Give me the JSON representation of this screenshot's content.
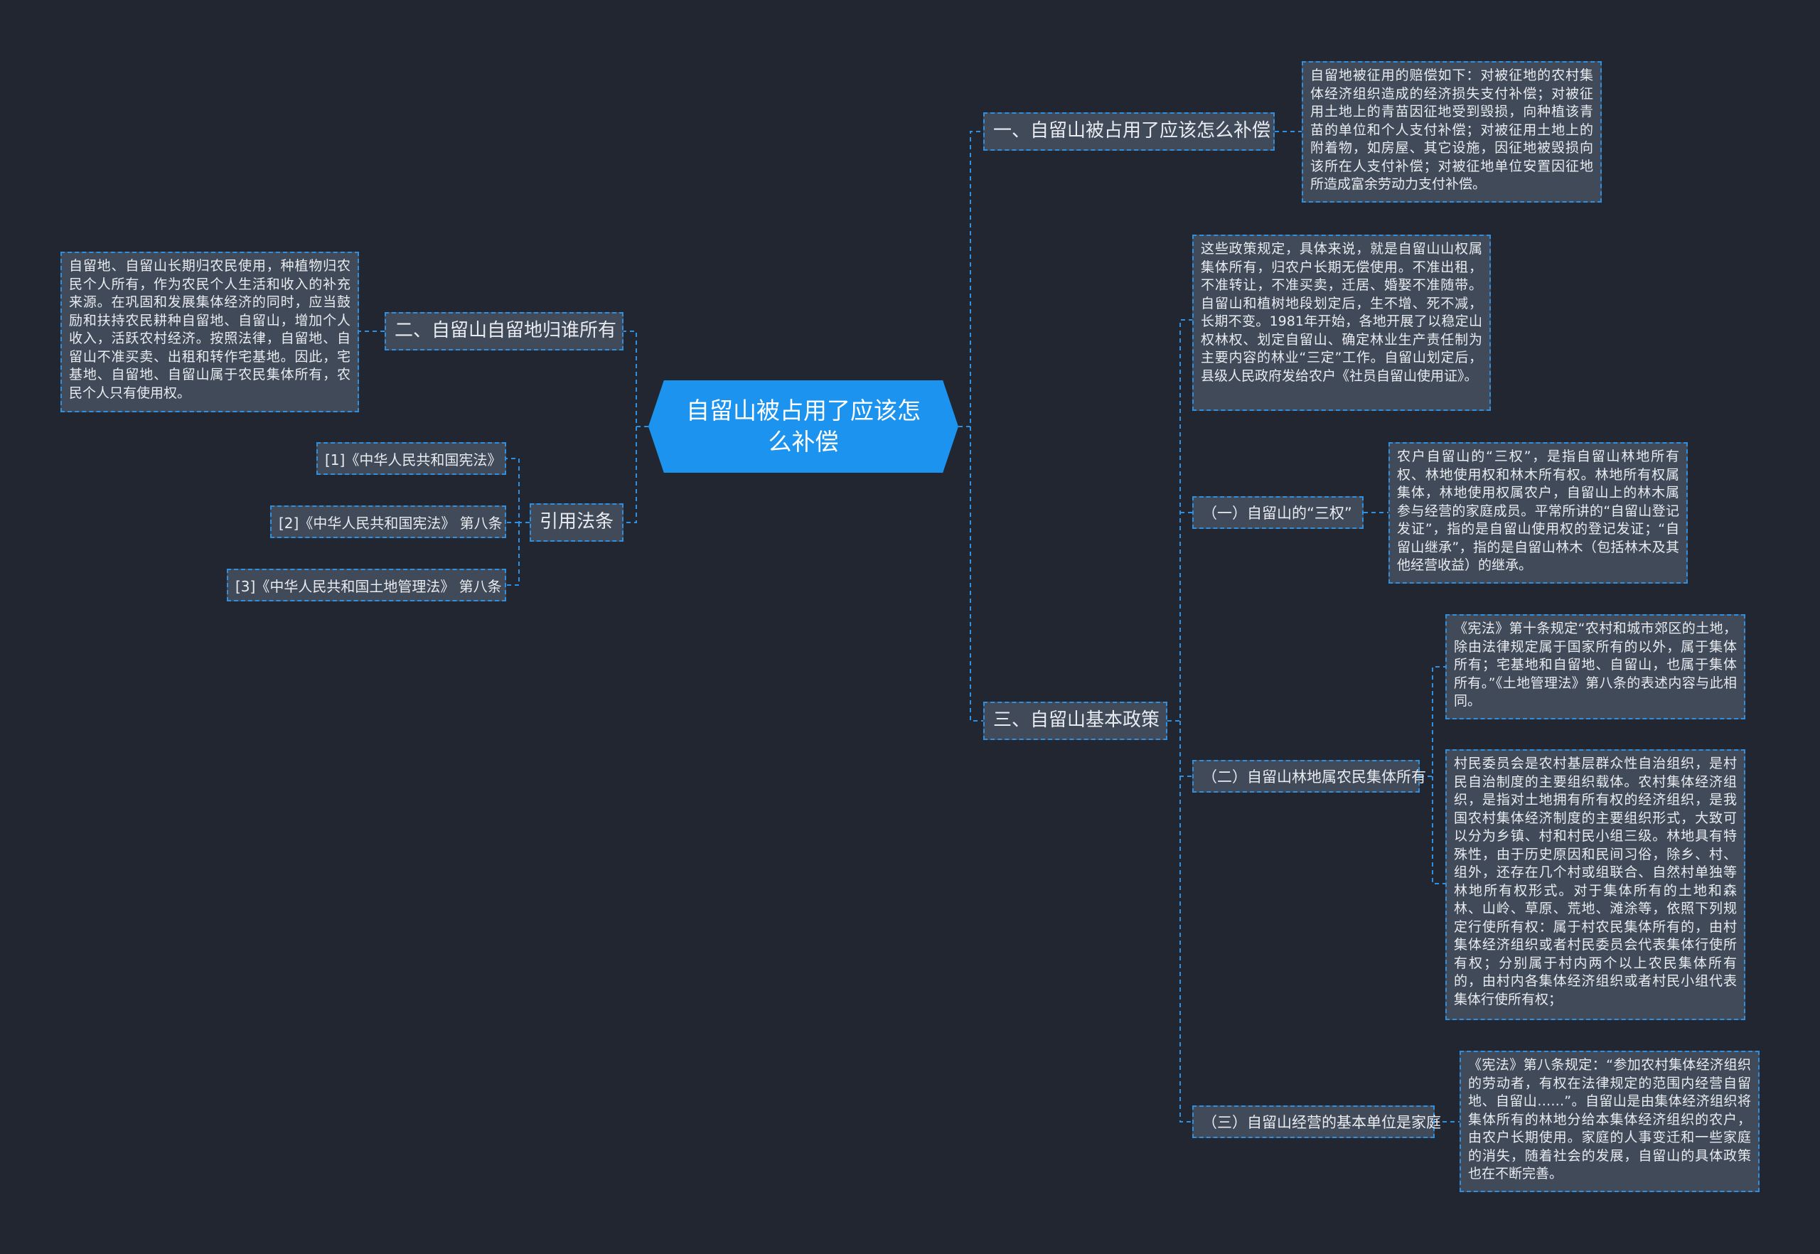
{
  "root": {
    "title": "自留山被占用了应该怎么补偿"
  },
  "branch1": {
    "title": "一、自留山被占用了应该怎么补偿",
    "leaf": "自留地被征用的赔偿如下：对被征地的农村集体经济组织造成的经济损失支付补偿；对被征用土地上的青苗因征地受到毁损，向种植该青苗的单位和个人支付补偿；对被征用土地上的附着物，如房屋、其它设施，因征地被毁损向该所在人支付补偿；对被征地单位安置因征地所造成富余劳动力支付补偿。"
  },
  "branch2": {
    "title": "二、自留山自留地归谁所有",
    "leaf": "自留地、自留山长期归农民使用，种植物归农民个人所有，作为农民个人生活和收入的补充来源。在巩固和发展集体经济的同时，应当鼓励和扶持农民耕种自留地、自留山，增加个人收入，活跃农村经济。按照法律，自留地、自留山不准买卖、出租和转作宅基地。因此，宅基地、自留地、自留山属于农民集体所有，农民个人只有使用权。"
  },
  "branch3": {
    "title": "三、自留山基本政策",
    "intro": "这些政策规定，具体来说，就是自留山山权属集体所有，归农户长期无偿使用。不准出租，不准转让，不准买卖，迁居、婚娶不准随带。自留山和植树地段划定后，生不增、死不减，长期不变。1981年开始，各地开展了以稳定山权林权、划定自留山、确定林业生产责任制为主要内容的林业“三定”工作。自留山划定后，县级人民政府发给农户《社员自留山使用证》。",
    "sub1": {
      "title": "（一）自留山的“三权”",
      "leaf": "农户自留山的“三权”，是指自留山林地所有权、林地使用权和林木所有权。林地所有权属集体，林地使用权属农户，自留山上的林木属参与经营的家庭成员。平常所讲的“自留山登记发证”，指的是自留山使用权的登记发证；“自留山继承”，指的是自留山林木（包括林木及其他经营收益）的继承。"
    },
    "sub2": {
      "title": "（二）自留山林地属农民集体所有",
      "leaf1": "《宪法》第十条规定“农村和城市郊区的土地，除由法律规定属于国家所有的以外，属于集体所有；宅基地和自留地、自留山，也属于集体所有。”《土地管理法》第八条的表述内容与此相同。",
      "leaf2": "村民委员会是农村基层群众性自治组织，是村民自治制度的主要组织载体。农村集体经济组织，是指对土地拥有所有权的经济组织，是我国农村集体经济制度的主要组织形式，大致可以分为乡镇、村和村民小组三级。林地具有特殊性，由于历史原因和民间习俗，除乡、村、组外，还存在几个村或组联合、自然村单独等林地所有权形式。对于集体所有的土地和森林、山岭、草原、荒地、滩涂等，依照下列规定行使所有权：属于村农民集体所有的，由村集体经济组织或者村民委员会代表集体行使所有权；分别属于村内两个以上农民集体所有的，由村内各集体经济组织或者村民小组代表集体行使所有权；"
    },
    "sub3": {
      "title": "（三）自留山经营的基本单位是家庭",
      "leaf": "《宪法》第八条规定：“参加农村集体经济组织的劳动者，有权在法律规定的范围内经营自留地、自留山……”。自留山是由集体经济组织将集体所有的林地分给本集体经济组织的农户，由农户长期使用。家庭的人事变迁和一些家庭的消失，随着社会的发展，自留山的具体政策也在不断完善。"
    }
  },
  "branch4": {
    "title": "引用法条",
    "refs": [
      "[1]《中华人民共和国宪法》",
      "[2]《中华人民共和国宪法》 第八条",
      "[3]《中华人民共和国土地管理法》 第八条"
    ]
  },
  "colors": {
    "background": "#222631",
    "root": "#1b93ef",
    "node": "#414a58",
    "line": "#2f8fe0"
  }
}
